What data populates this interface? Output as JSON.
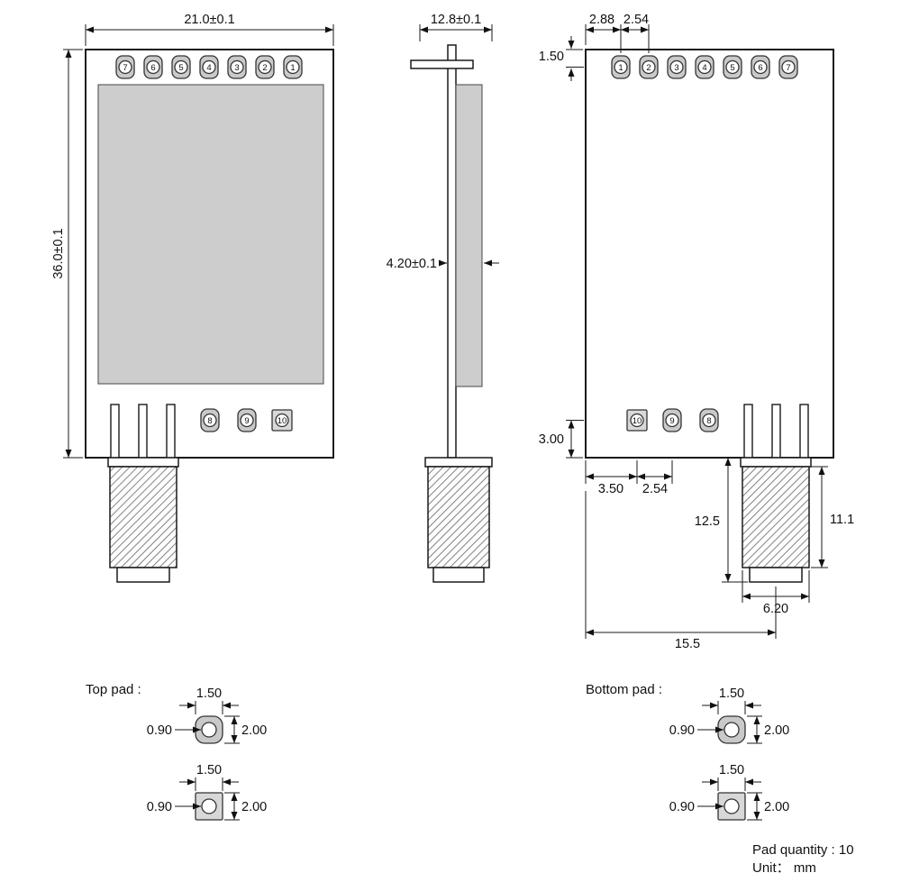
{
  "front_view": {
    "dim_width": "21.0±0.1",
    "dim_height": "36.0±0.1",
    "top_pads": [
      "7",
      "6",
      "5",
      "4",
      "3",
      "2",
      "1"
    ],
    "bottom_pads": [
      "8",
      "9",
      "10"
    ]
  },
  "side_view": {
    "dim_width": "12.8±0.1",
    "dim_thickness": "4.20±0.1"
  },
  "back_view": {
    "top_pads": [
      "1",
      "2",
      "3",
      "4",
      "5",
      "6",
      "7"
    ],
    "bottom_pads": [
      "10",
      "9",
      "8"
    ],
    "dim_edge_to_pin": "2.88",
    "dim_pin_pitch": "2.54",
    "dim_top_margin": "1.50",
    "dim_bottom_margin": "3.00",
    "dim_bottom_edge_to_pad": "3.50",
    "dim_bottom_pad_pitch": "2.54",
    "dim_connector_overall": "12.5",
    "dim_connector_body": "11.1",
    "dim_connector_width": "6.20",
    "dim_edge_to_antenna": "15.5"
  },
  "pad_details": {
    "top_label": "Top pad :",
    "bottom_label": "Bottom pad :",
    "dim_width": "1.50",
    "dim_hole": "0.90",
    "dim_height": "2.00"
  },
  "notes": {
    "pad_quantity": "Pad quantity : 10",
    "unit": "Unit：  mm"
  }
}
